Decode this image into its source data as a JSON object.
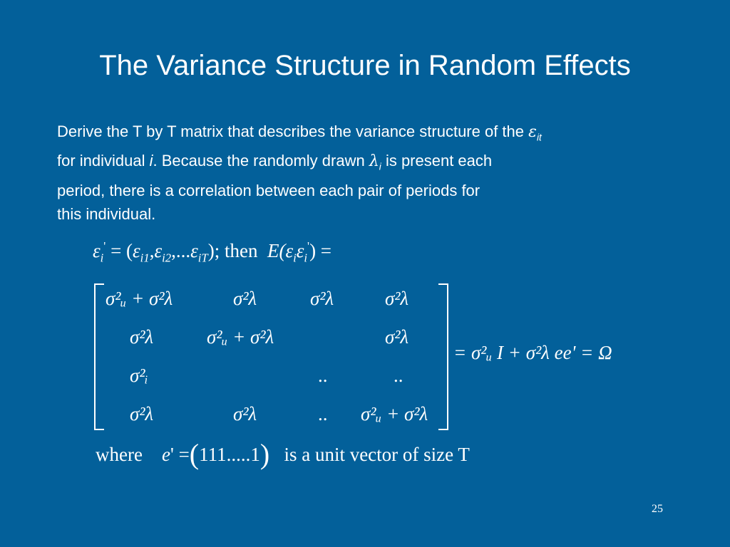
{
  "slide": {
    "title": "The Variance Structure in Random Effects",
    "page_number": "25",
    "body_lines": {
      "line1": "Derive the T by T matrix that describes the variance structure of the",
      "line1_sym": "ε",
      "line1_sub": "it",
      "line2_a": "for individual",
      "line2_i": "i",
      "line2_b": ". Because the randomly drawn",
      "line2_sym": "λ",
      "line2_sub": "i",
      "line2_c": "is present each",
      "line3": "period, there is a correlation between each pair of periods for",
      "line4": "this individual."
    },
    "equation_top": {
      "lhs": "ε",
      "lhs_sub": "i",
      "lhs_sup": "'",
      "eq_open": " = (",
      "e1": "ε",
      "e1_sub": "i1",
      "comma": ",",
      "e2": "ε",
      "e2_sub": "i2",
      "dots": ",...",
      "e3": "ε",
      "e3_sub": "iT",
      "close_then": "); then",
      "E_open": "E(",
      "E_e1": "ε",
      "E_e1_sub": "i",
      "E_e2": "ε",
      "E_e2_sub": "i",
      "E_e2_sup": "'",
      "E_close": ") ="
    },
    "matrix": {
      "diag": "σ²ᵤ + σ²λ",
      "off": "σ²λ",
      "sigma_i": "σ²ᵢ",
      "dots": ".."
    },
    "rhs": "= σ²ᵤ I + σ²λ ee' = Ω",
    "where_row": {
      "where": "where",
      "e": "e",
      "prime_eq": "' =",
      "open_paren": "(",
      "ones": "111.....1",
      "close_paren": ")",
      "tail": "is a unit  vector  of  size  T"
    }
  }
}
